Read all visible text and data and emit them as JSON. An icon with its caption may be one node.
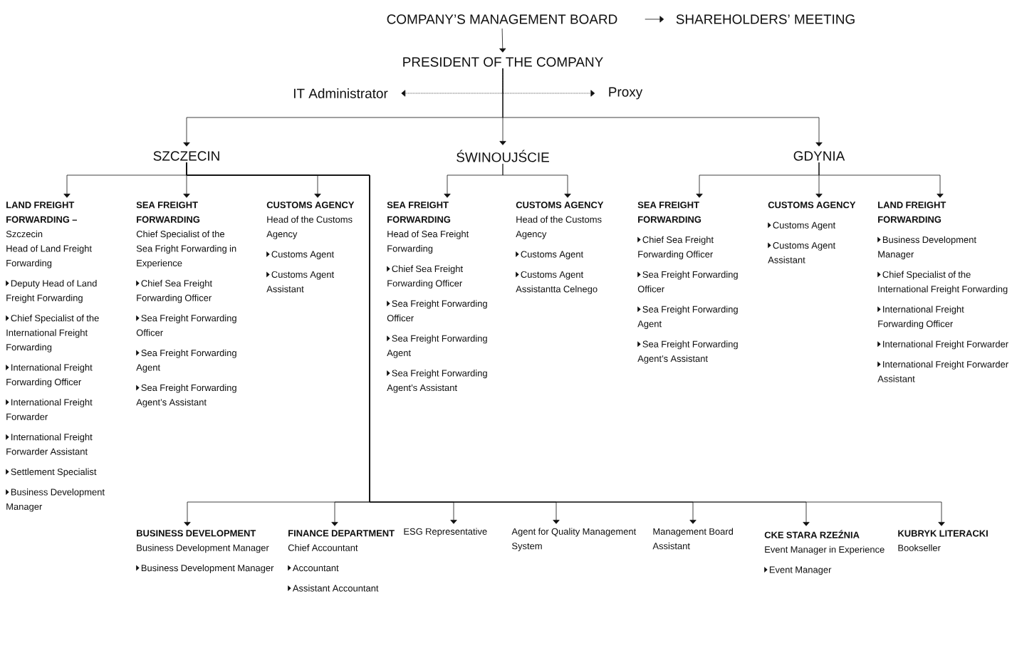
{
  "diagram": {
    "nodes": [
      {
        "text": [
          "COMPANY’S MANAGEMENT BOARD"
        ]
      },
      {
        "text": [
          "SHAREHOLDERS’ MEETING"
        ]
      },
      {
        "text": [
          "PRESIDENT OF THE COMPANY"
        ]
      },
      {
        "text": [
          "IT Administrator"
        ]
      },
      {
        "text": [
          "Proxy"
        ]
      },
      {
        "text": [
          "SZCZECIN"
        ]
      },
      {
        "text": [
          "ŚWINOUJŚCIE"
        ]
      },
      {
        "text": [
          "GDYNIA"
        ]
      },
      {
        "text": [
          "LAND FREIGHT FORWARDING –",
          "Szczecin",
          "Head of Land Freight Forwarding",
          "Deputy Head of Land Freight Forwarding",
          "Chief Specialist of the International Freight Forwarding",
          "International Freight Forwarding Officer",
          "International Freight Forwarder",
          "International Freight Forwarder Assistant",
          "Settlement Specialist",
          "Business Development Manager"
        ]
      },
      {
        "text": [
          "SEA FREIGHT FORWARDING",
          "Chief Specialist of the Sea Fright Forwarding in Experience",
          "Chief Sea Freight Forwarding Officer",
          "Sea Freight Forwarding Officer",
          "Sea Freight Forwarding Agent",
          "Sea Freight Forwarding Agent’s Assistant"
        ]
      },
      {
        "text": [
          "CUSTOMS AGENCY",
          "Head of the Customs Agency",
          "Customs Agent",
          "Customs Agent Assistant"
        ]
      },
      {
        "text": [
          "SEA FREIGHT FORWARDING",
          "Head of Sea Freight Forwarding",
          "Chief Sea Freight Forwarding Officer",
          "Sea Freight Forwarding Officer",
          "Sea Freight Forwarding Agent",
          "Sea Freight Forwarding Agent’s Assistant"
        ]
      },
      {
        "text": [
          "CUSTOMS AGENCY",
          "Head of the Customs Agency",
          "Customs Agent",
          "Customs Agent Assistantta Celnego"
        ]
      },
      {
        "text": [
          "SEA FREIGHT FORWARDING",
          "Chief Sea Freight Forwarding Officer",
          "Sea Freight Forwarding Officer",
          "Sea Freight Forwarding Agent",
          "Sea Freight Forwarding Agent’s Assistant"
        ]
      },
      {
        "text": [
          "CUSTOMS AGENCY",
          "Customs Agent",
          "Customs Agent Assistant"
        ]
      },
      {
        "text": [
          "LAND FREIGHT FORWARDING",
          "Business Development Manager",
          "Chief Specialist of the International Freight Forwarding",
          "International Freight Forwarding Officer",
          "International Freight Forwarder",
          "International Freight Forwarder Assistant"
        ]
      },
      {
        "text": [
          "BUSINESS DEVELOPMENT",
          "Business Development Manager",
          "Business Development Manager"
        ]
      },
      {
        "text": [
          "FINANCE DEPARTMENT",
          "Chief Accountant",
          "Accountant",
          "Assistant Accountant"
        ]
      },
      {
        "text": [
          "ESG Representative"
        ]
      },
      {
        "text": [
          "Agent for Quality Management System"
        ]
      },
      {
        "text": [
          "Management Board Assistant"
        ]
      },
      {
        "text": [
          "CKE STARA RZEŹNIA",
          "Event Manager in Experience",
          "Event Manager"
        ]
      },
      {
        "text": [
          "KUBRYK LITERACKI",
          "Bookseller"
        ]
      }
    ],
    "edges": [
      {
        "from": 0,
        "to": 1,
        "arrow": "to"
      },
      {
        "from": 0,
        "to": 2,
        "arrow": "to"
      },
      {
        "from": 2,
        "to": 3,
        "arrow": "to",
        "style": "dashed"
      },
      {
        "from": 2,
        "to": 4,
        "arrow": "to",
        "style": "dashed"
      },
      {
        "from": 2,
        "to": 5,
        "arrow": "to"
      },
      {
        "from": 2,
        "to": 6,
        "arrow": "to"
      },
      {
        "from": 2,
        "to": 7,
        "arrow": "to"
      },
      {
        "from": 5,
        "to": 8,
        "arrow": "to"
      },
      {
        "from": 5,
        "to": 9,
        "arrow": "to"
      },
      {
        "from": 5,
        "to": 10,
        "arrow": "to"
      },
      {
        "from": 5,
        "to": 16,
        "arrow": "to"
      },
      {
        "from": 5,
        "to": 17,
        "arrow": "to"
      },
      {
        "from": 5,
        "to": 18,
        "arrow": "to"
      },
      {
        "from": 5,
        "to": 19,
        "arrow": "to"
      },
      {
        "from": 5,
        "to": 20,
        "arrow": "to"
      },
      {
        "from": 5,
        "to": 21,
        "arrow": "to"
      },
      {
        "from": 5,
        "to": 22,
        "arrow": "to"
      },
      {
        "from": 6,
        "to": 11,
        "arrow": "to"
      },
      {
        "from": 6,
        "to": 12,
        "arrow": "to"
      },
      {
        "from": 7,
        "to": 13,
        "arrow": "to"
      },
      {
        "from": 7,
        "to": 14,
        "arrow": "to"
      },
      {
        "from": 7,
        "to": 15,
        "arrow": "to"
      }
    ]
  }
}
